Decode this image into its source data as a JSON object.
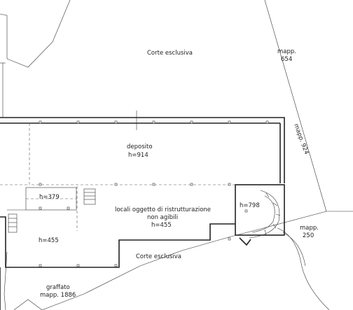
{
  "labels": {
    "corte_top": "Corte esclusiva",
    "mapp654_a": "mapp.",
    "mapp654_b": "654",
    "mapp924": "mapp. 924",
    "deposito": "deposito",
    "h914": "h=914",
    "h379": "h=379",
    "h798": "h=798",
    "locali_1": "locali oggetto di ristrutturazione",
    "locali_2": "non agibili",
    "h455_a": "h=455",
    "h455_b": "h=455",
    "mapp250_a": "mapp.",
    "mapp250_b": "250",
    "corte_bottom": "Corte esclusiva",
    "graffato": "graffato",
    "mapp1886": "mapp. 1886"
  }
}
